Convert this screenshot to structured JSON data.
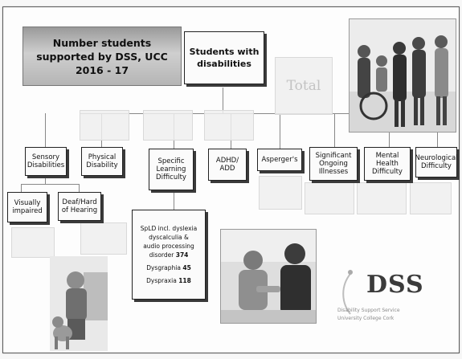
{
  "slide": {
    "title_lines": [
      "Number students",
      "supported by DSS, UCC",
      "2016 - 17"
    ]
  },
  "root": {
    "label_lines": [
      "Students with",
      "disabilities"
    ],
    "total_label": "Total"
  },
  "categories": [
    {
      "key": "sensory",
      "label_lines": [
        "Sensory",
        "Disabilities"
      ]
    },
    {
      "key": "physical",
      "label_lines": [
        "Physical",
        "Disability"
      ]
    },
    {
      "key": "spld",
      "label_lines": [
        "Specific",
        "Learning",
        "Difficulty"
      ]
    },
    {
      "key": "adhd",
      "label_lines": [
        "ADHD/",
        "ADD"
      ]
    },
    {
      "key": "aspergers",
      "label_lines": [
        "Asperger's"
      ]
    },
    {
      "key": "illness",
      "label_lines": [
        "Significant",
        "Ongoing",
        "Illnesses"
      ]
    },
    {
      "key": "mental",
      "label_lines": [
        "Mental",
        "Health",
        "Difficulty"
      ]
    },
    {
      "key": "neuro",
      "label_lines": [
        "Neurological",
        "Difficulty"
      ]
    }
  ],
  "sensory_children": [
    {
      "key": "visual",
      "label_lines": [
        "Visually",
        "impaired"
      ]
    },
    {
      "key": "deaf",
      "label_lines": [
        "Deaf/Hard",
        "of Hearing"
      ]
    }
  ],
  "spld_detail": {
    "line1": "SpLD incl. dyslexia",
    "line2": "dyscalculia &",
    "line3": "audio processing",
    "line4_label": "disorder",
    "line4_value": "374",
    "line5_label": "Dysgraphia",
    "line5_value": "45",
    "line6_label": "Dyspraxia",
    "line6_value": "118"
  },
  "logo": {
    "text": "DSS",
    "tagline_1": "Disability Support Service",
    "tagline_2": "University College Cork"
  },
  "colors": {
    "node_border": "#222222",
    "title_bg": "#b5b5b5",
    "ghost_text": "#c9c9c9"
  }
}
